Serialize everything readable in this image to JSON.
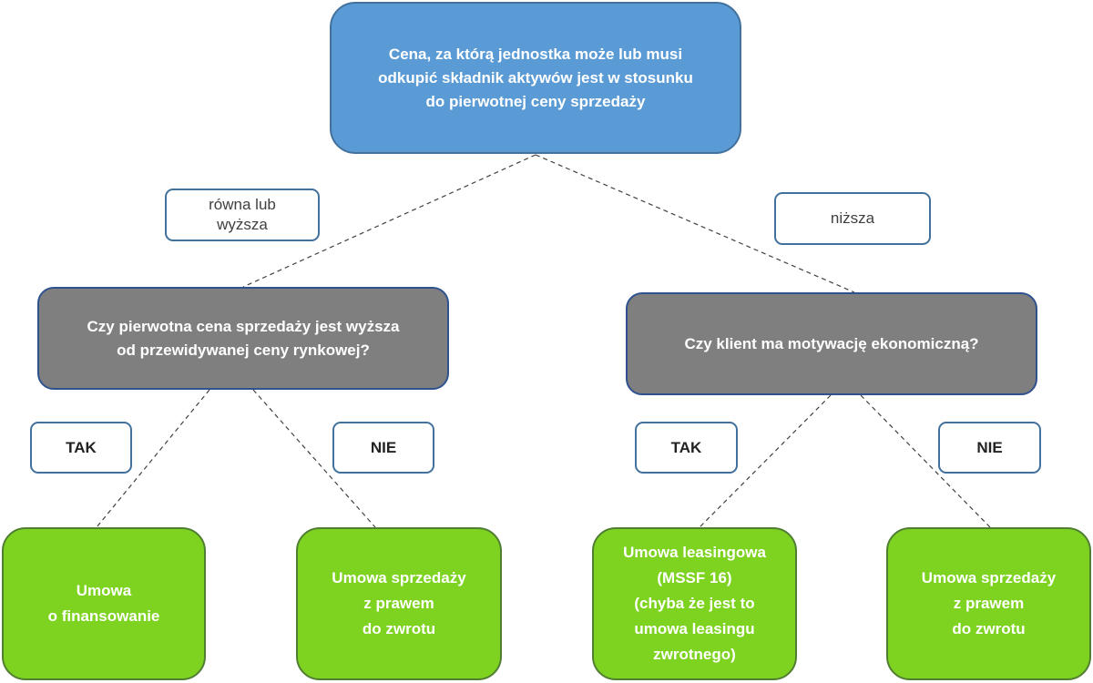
{
  "root": {
    "text": "Cena, za którą jednostka może lub musi\nodkupić składnik aktywów jest w stosunku\ndo pierwotnej ceny sprzedaży"
  },
  "branch_labels": {
    "left": "równa lub\nwyższa",
    "right": "niższa"
  },
  "questions": {
    "left": "Czy pierwotna cena sprzedaży jest wyższa\nod przewidywanej ceny rynkowej?",
    "right": "Czy klient ma motywację ekonomiczną?"
  },
  "answer_labels": {
    "left_yes": "TAK",
    "left_no": "NIE",
    "right_yes": "TAK",
    "right_no": "NIE"
  },
  "outcomes": {
    "left_yes": "Umowa\no finansowanie",
    "left_no": "Umowa sprzedaży\nz prawem\ndo zwrotu",
    "right_yes": "Umowa leasingowa\n(MSSF 16)\n(chyba że jest to\numowa leasingu\nzwrotnego)",
    "right_no": "Umowa sprzedaży\nz prawem\ndo zwrotu"
  },
  "colors": {
    "root_fill": "#5b9bd5",
    "question_fill": "#7f7f7f",
    "outcome_fill": "#7ed321",
    "label_border": "#41719c",
    "connector": "#404040"
  }
}
